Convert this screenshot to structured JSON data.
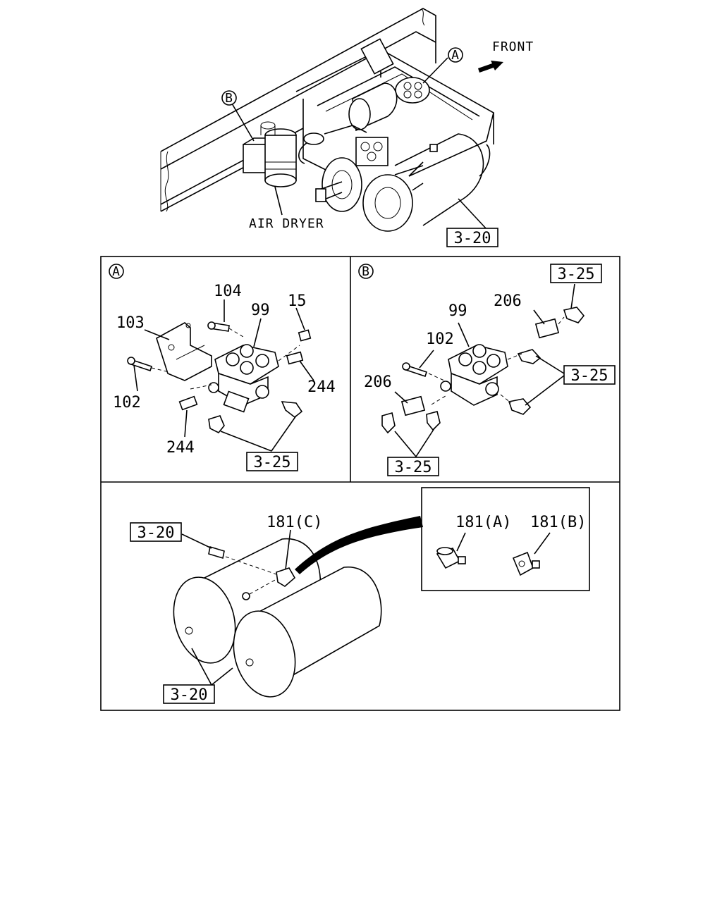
{
  "top": {
    "front_label": "FRONT",
    "callout_a": "A",
    "callout_b": "B",
    "air_dryer_label": "AIR DRYER",
    "ref_tank": "3-20"
  },
  "panel_a": {
    "marker": "A",
    "labels": {
      "p104": "104",
      "p99": "99",
      "p15": "15",
      "p103": "103",
      "p102": "102",
      "p244_right": "244",
      "p244_left": "244"
    },
    "ref": "3-25"
  },
  "panel_b": {
    "marker": "B",
    "labels": {
      "p99": "99",
      "p206_top": "206",
      "p102": "102",
      "p206_left": "206"
    },
    "ref_top": "3-25",
    "ref_right": "3-25",
    "ref_bottom": "3-25"
  },
  "panel_c": {
    "ref_top": "3-20",
    "label_181c": "181(C)",
    "label_181a": "181(A)",
    "label_181b": "181(B)",
    "ref_bottom": "3-20"
  }
}
